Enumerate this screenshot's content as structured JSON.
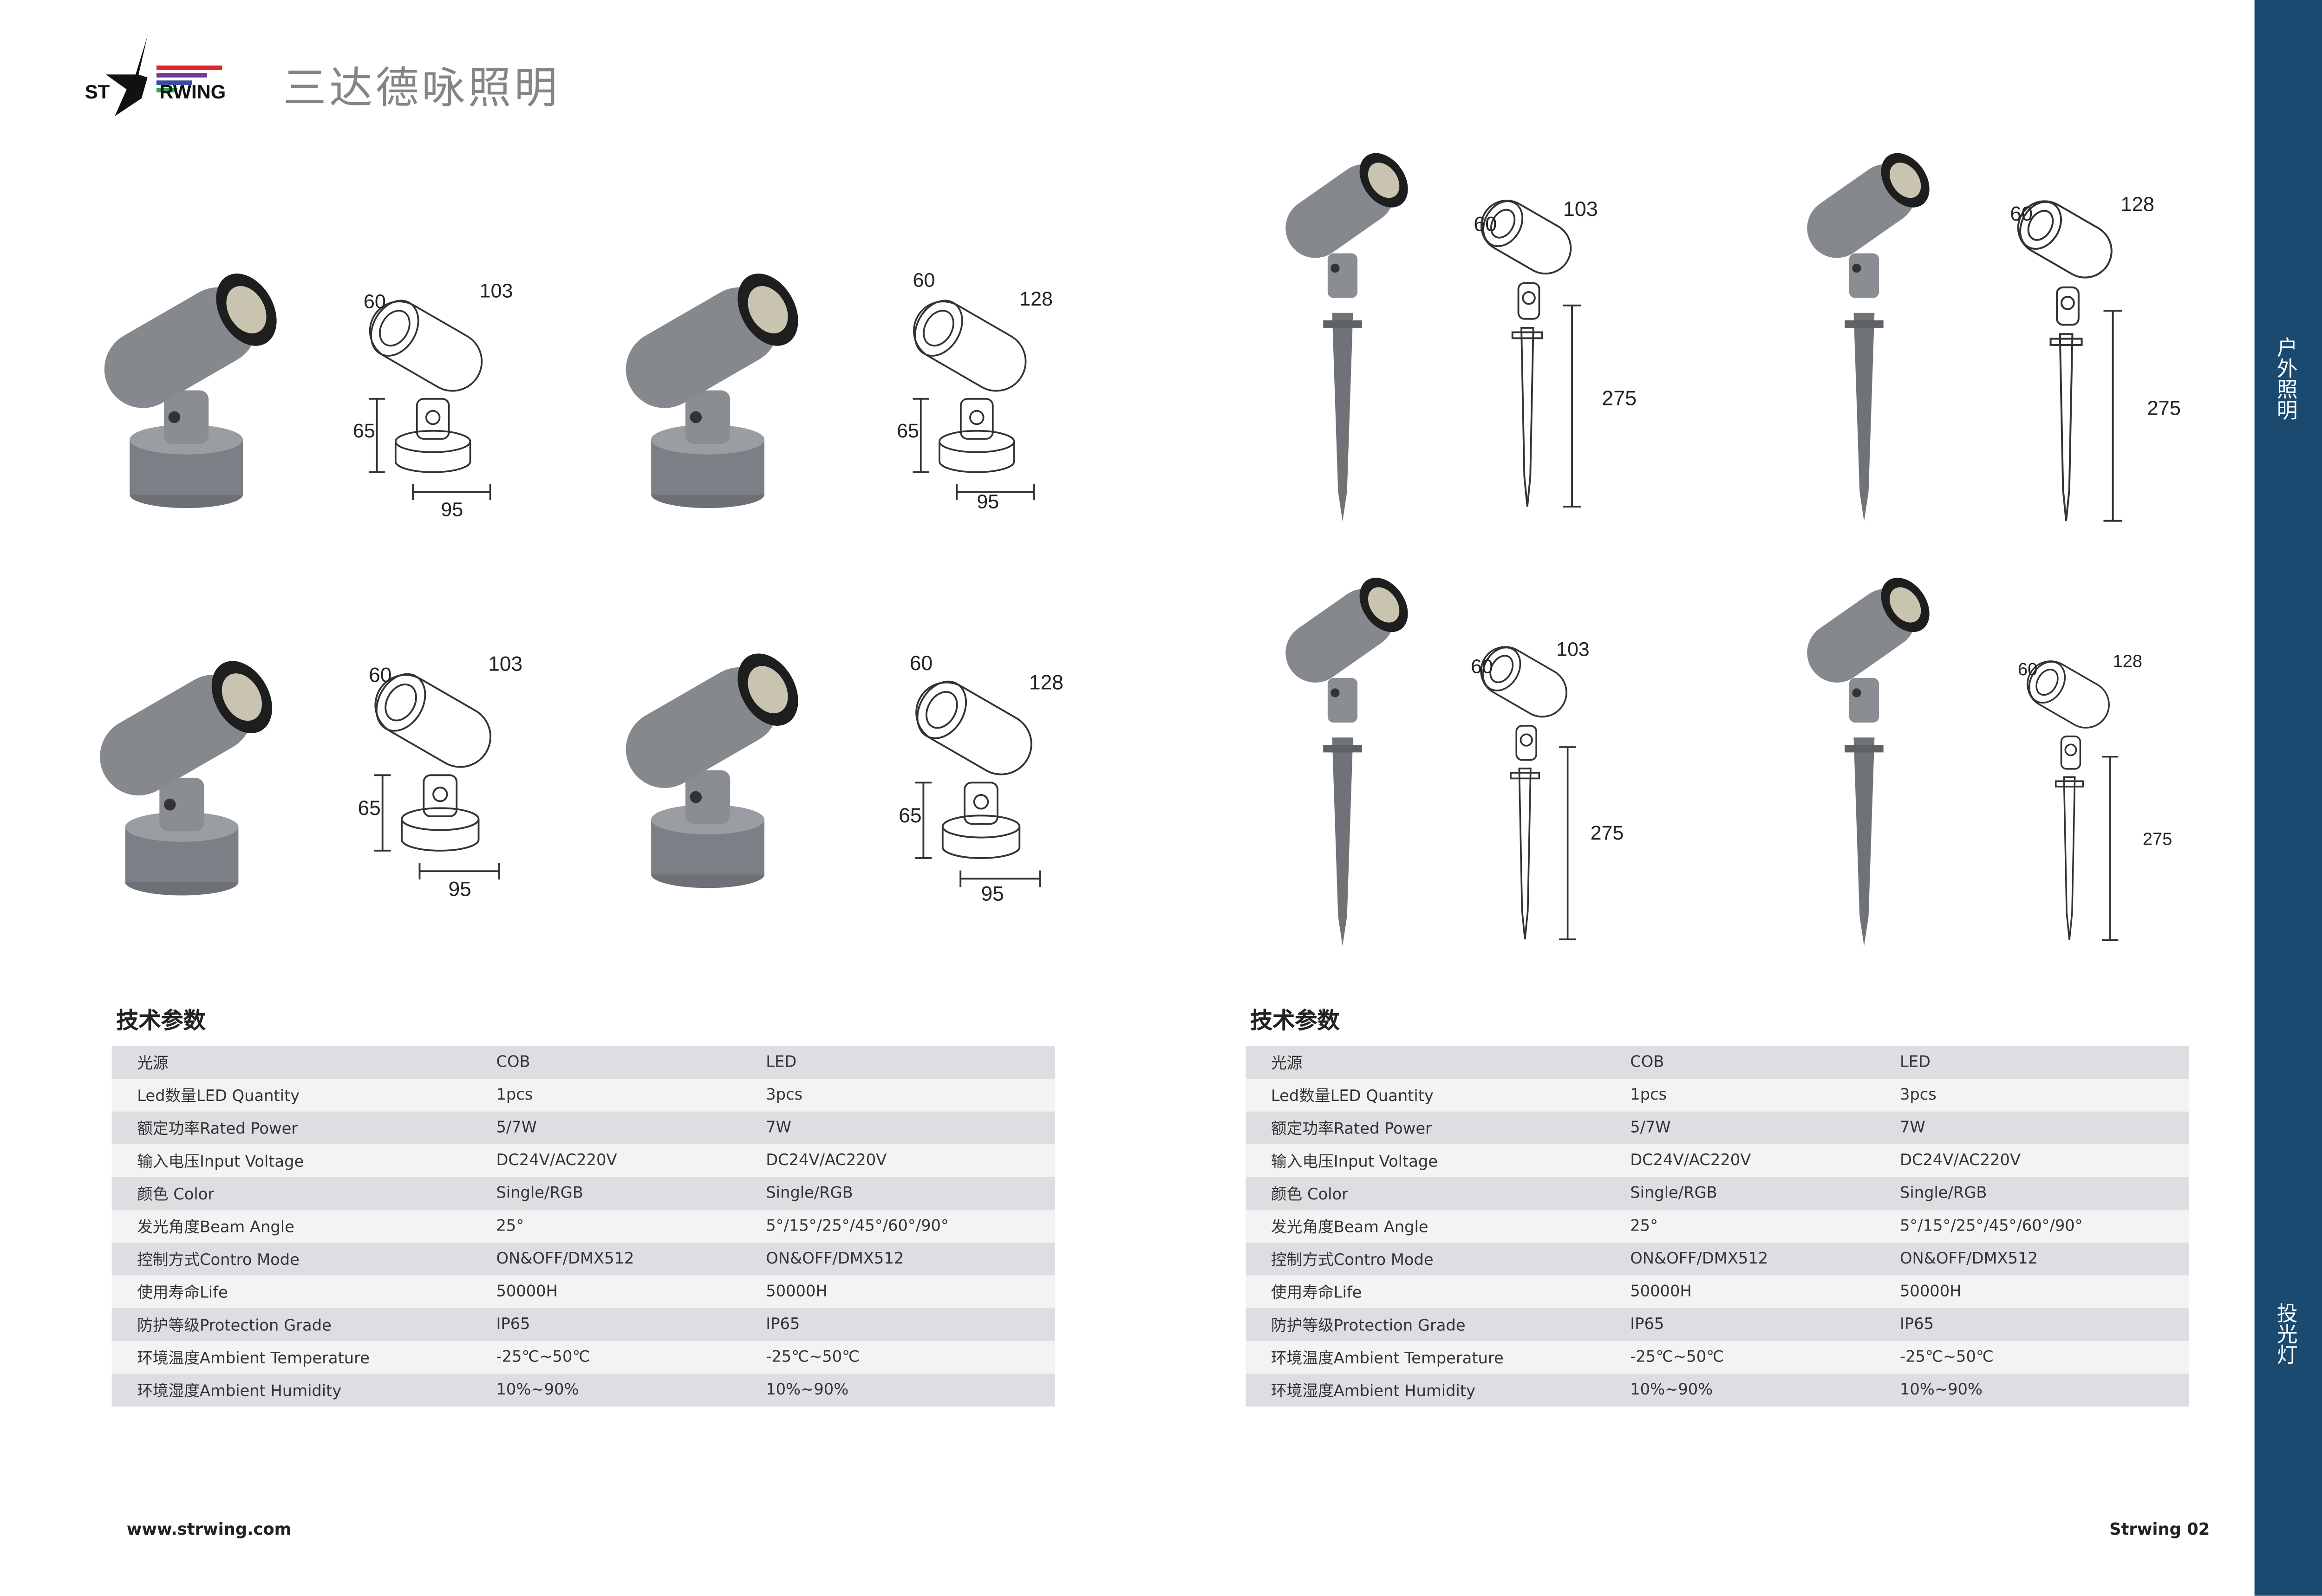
{
  "header": {
    "logo_text": "STARWING",
    "title": "三达德咏照明"
  },
  "sidebar": {
    "category": "户外照明",
    "subcategory": "投光灯",
    "color": "#1b4a70"
  },
  "products": {
    "left": {
      "row1": [
        {
          "width": "60",
          "length": "103",
          "height": "65",
          "base": "95"
        },
        {
          "width": "60",
          "length": "128",
          "height": "65",
          "base": "95"
        }
      ],
      "row2": [
        {
          "width": "60",
          "length": "103",
          "height": "65",
          "base": "95"
        },
        {
          "width": "60",
          "length": "128",
          "height": "65",
          "base": "95"
        }
      ]
    },
    "right": {
      "row1": [
        {
          "width": "60",
          "length": "103",
          "height": "275"
        },
        {
          "width": "60",
          "length": "128",
          "height": "275"
        }
      ],
      "row2": [
        {
          "width": "60",
          "length": "103",
          "height": "275"
        },
        {
          "width": "60",
          "length": "128",
          "height": "275"
        }
      ]
    }
  },
  "specs": {
    "title": "技术参数",
    "rows": [
      [
        "光源",
        "COB",
        "LED"
      ],
      [
        "Led数量LED Quantity",
        "1pcs",
        "3pcs"
      ],
      [
        "额定功率Rated Power",
        "5/7W",
        "7W"
      ],
      [
        "输入电压Input Voltage",
        "DC24V/AC220V",
        "DC24V/AC220V"
      ],
      [
        "颜色 Color",
        "Single/RGB",
        "Single/RGB"
      ],
      [
        "发光角度Beam Angle",
        "25°",
        "5°/15°/25°/45°/60°/90°"
      ],
      [
        "控制方式Contro Mode",
        "ON&OFF/DMX512",
        "ON&OFF/DMX512"
      ],
      [
        "使用寿命Life",
        "50000H",
        "50000H"
      ],
      [
        "防护等级Protection Grade",
        "IP65",
        "IP65"
      ],
      [
        "环境温度Ambient Temperature",
        "-25℃~50℃",
        "-25℃~50℃"
      ],
      [
        "环境湿度Ambient Humidity",
        "10%~90%",
        "10%~90%"
      ]
    ]
  },
  "footer": {
    "website": "www.strwing.com",
    "page": "Strwing 02"
  }
}
